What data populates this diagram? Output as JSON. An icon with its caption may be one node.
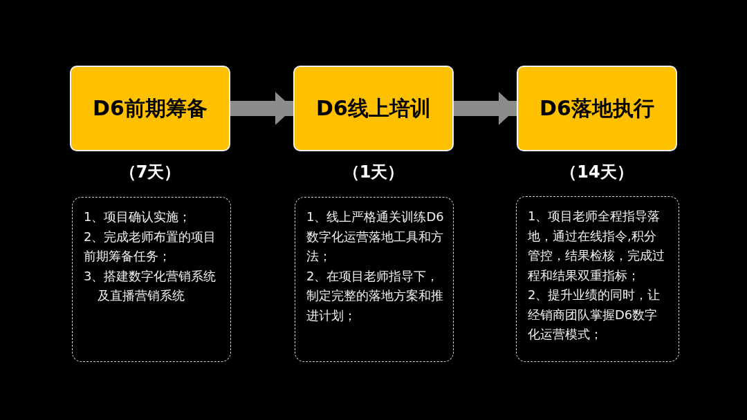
{
  "diagram": {
    "nodes": [
      {
        "text": [
          "D6前期筹备"
        ],
        "beside": [
          "（7天）"
        ]
      },
      {
        "text": [
          "D6线上培训"
        ],
        "beside": [
          "（1天）"
        ]
      },
      {
        "text": [
          "D6落地执行"
        ],
        "beside": [
          "（14天）"
        ]
      },
      {
        "text": [
          "1、项目确认实施；",
          "2、完成老师布置的项目前期筹备任务；",
          "3、搭建数字化营销系统及直播营销系统"
        ]
      },
      {
        "text": [
          "1、线上严格通关训练D6数字化运营落地工具和方法；",
          "2、在项目老师指导下，制定完整的落地方案和推进计划；"
        ]
      },
      {
        "text": [
          "1、项目老师全程指导落地，通过在线指令,积分管控，结果检核，完成过程和结果双重指标；",
          "2、提升业绩的同时，让经销商团队掌握D6数字化运营模式；"
        ]
      }
    ],
    "edges": [
      {
        "from": 0,
        "to": 1,
        "arrow": "to"
      },
      {
        "from": 1,
        "to": 2,
        "arrow": "to"
      }
    ]
  }
}
